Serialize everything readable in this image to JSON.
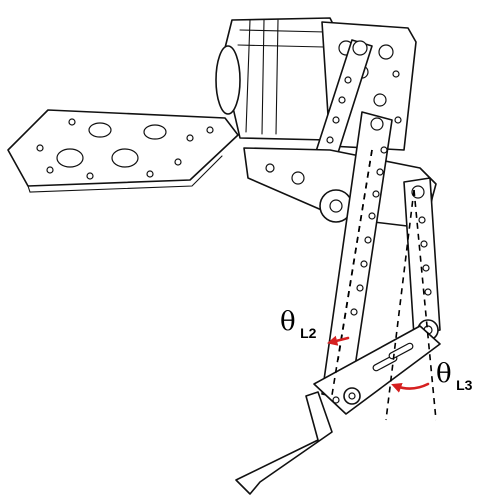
{
  "labels": {
    "theta_l2": {
      "symbol": "θ",
      "subscript": "L2"
    },
    "theta_l3": {
      "symbol": "θ",
      "subscript": "L3"
    }
  },
  "colors": {
    "outline": "#111111",
    "angle_arrow": "#d62020",
    "background": "#ffffff"
  }
}
